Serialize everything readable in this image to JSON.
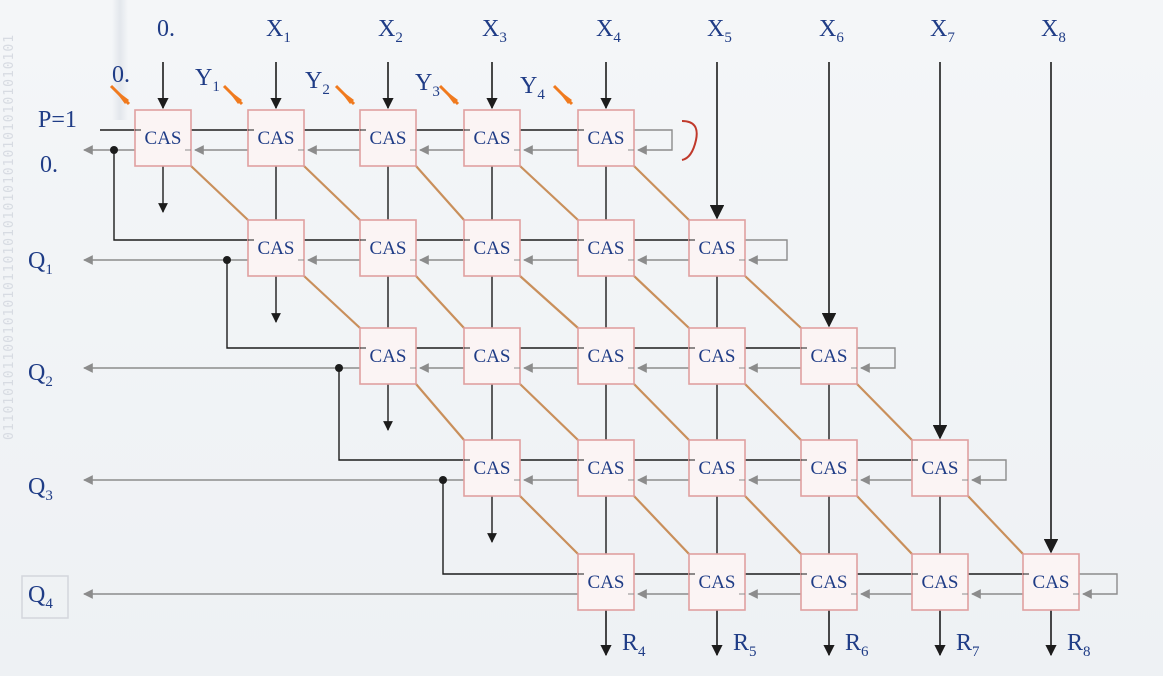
{
  "diagram": {
    "x_top_labels": [
      {
        "base": "0.",
        "sub": ""
      },
      {
        "base": "X",
        "sub": "1"
      },
      {
        "base": "X",
        "sub": "2"
      },
      {
        "base": "X",
        "sub": "3"
      },
      {
        "base": "X",
        "sub": "4"
      },
      {
        "base": "X",
        "sub": "5"
      },
      {
        "base": "X",
        "sub": "6"
      },
      {
        "base": "X",
        "sub": "7"
      },
      {
        "base": "X",
        "sub": "8"
      }
    ],
    "y_labels": [
      {
        "base": "0.",
        "sub": ""
      },
      {
        "base": "Y",
        "sub": "1"
      },
      {
        "base": "Y",
        "sub": "2"
      },
      {
        "base": "Y",
        "sub": "3"
      },
      {
        "base": "Y",
        "sub": "4"
      }
    ],
    "p_label": "P=1",
    "first_row_output_label": "0.",
    "q_labels": [
      {
        "base": "Q",
        "sub": "1"
      },
      {
        "base": "Q",
        "sub": "2"
      },
      {
        "base": "Q",
        "sub": "3"
      },
      {
        "base": "Q",
        "sub": "4"
      }
    ],
    "r_labels": [
      {
        "base": "R",
        "sub": "4"
      },
      {
        "base": "R",
        "sub": "5"
      },
      {
        "base": "R",
        "sub": "6"
      },
      {
        "base": "R",
        "sub": "7"
      },
      {
        "base": "R",
        "sub": "8"
      }
    ],
    "cell_label": "CAS",
    "watermark": "0110101011001010101101010101010101010101010101",
    "colors": {
      "label": "#1f3c86",
      "cell_border": "#e0a0a0",
      "cell_fill": "#fbf4f4",
      "line_dark": "#1c1c1c",
      "line_gray": "#8c8c8c",
      "diagonal": "#c98f5b",
      "marker": "#f07a1e",
      "bracket": "#c0392b"
    }
  }
}
